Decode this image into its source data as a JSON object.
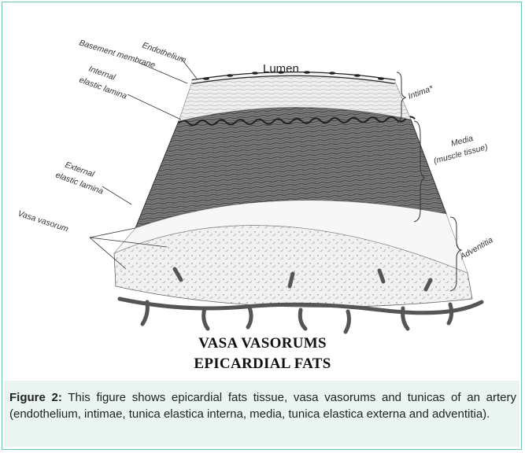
{
  "diagram": {
    "labels": {
      "endothelium": "Endothelium",
      "basement_membrane": "Basement membrane",
      "internal_elastic_1": "Internal",
      "internal_elastic_2": "elastic lamina",
      "external_elastic_1": "External",
      "external_elastic_2": "elastic lamina",
      "vasa_vasorum": "Vasa vasorum",
      "lumen": "Lumen",
      "intima": "Intima*",
      "media_1": "Media",
      "media_2": "(muscle tissue)",
      "adventitia": "Adventitia"
    },
    "heading_line1": "VASA VASORUMS",
    "heading_line2": "EPICARDIAL FATS"
  },
  "caption": {
    "label": "Figure 2:",
    "text": "This figure shows epicardial fats tissue, vasa vasorums and tunicas of an artery (endothelium, intimae, tunica elastica interna, media, tunica elastica externa and adventitia)."
  }
}
